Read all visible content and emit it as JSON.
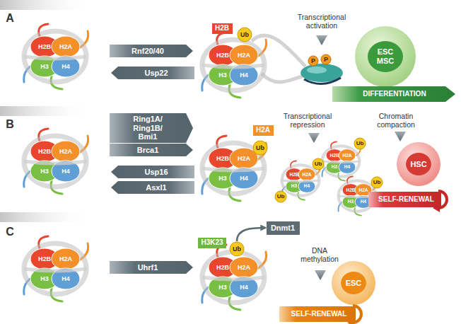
{
  "diagram": {
    "nodes": [
      {
        "text": [
          "Rnf20/40"
        ]
      },
      {
        "text": [
          "Usp22"
        ]
      },
      {
        "text": [
          "H2B"
        ]
      },
      {
        "text": [
          "Ub"
        ]
      },
      {
        "text": [
          "P"
        ]
      },
      {
        "text": [
          "P"
        ]
      },
      {
        "text": [
          "ESC MSC"
        ]
      },
      {
        "text": [
          "DIFFERENTIATION"
        ]
      },
      {
        "text": [
          "Ring1A/ Ring1B/ Bmi1"
        ]
      },
      {
        "text": [
          "Brca1"
        ]
      },
      {
        "text": [
          "Usp16"
        ]
      },
      {
        "text": [
          "Asxl1"
        ]
      },
      {
        "text": [
          "H2A"
        ]
      },
      {
        "text": [
          "Ub"
        ]
      },
      {
        "text": [
          "Ub"
        ]
      },
      {
        "text": [
          "Ub"
        ]
      },
      {
        "text": [
          "Ub"
        ]
      },
      {
        "text": [
          "Ub"
        ]
      },
      {
        "text": [
          "HSC"
        ]
      },
      {
        "text": [
          "SELF-RENEWAL"
        ]
      },
      {
        "text": [
          "Uhrf1"
        ]
      },
      {
        "text": [
          "H3K23"
        ]
      },
      {
        "text": [
          "Ub"
        ]
      },
      {
        "text": [
          "Dnmt1"
        ]
      },
      {
        "text": [
          "ESC"
        ]
      },
      {
        "text": [
          "SELF-RENEWAL"
        ]
      }
    ],
    "edges": [
      {
        "from": 22,
        "to": 23,
        "arrow": "to"
      }
    ],
    "labels": [
      "A",
      "B",
      "C",
      "Transcriptional activation",
      "Transcriptional repression",
      "Chromatin compaction",
      "DNA methylation",
      "H2B",
      "H2A",
      "H3",
      "H4",
      "H2B",
      "H2A",
      "H3",
      "H4",
      "H2B",
      "H2A",
      "H3",
      "H4",
      "H2B",
      "H2A",
      "H3",
      "H4",
      "H2B",
      "H2A",
      "H3",
      "H4",
      "H2B",
      "H2A",
      "H3",
      "H4",
      "H2B",
      "H2A",
      "H3",
      "H4",
      "H2B",
      "H2A",
      "H3",
      "H4",
      "H2B",
      "H2A",
      "H3",
      "H4"
    ]
  }
}
